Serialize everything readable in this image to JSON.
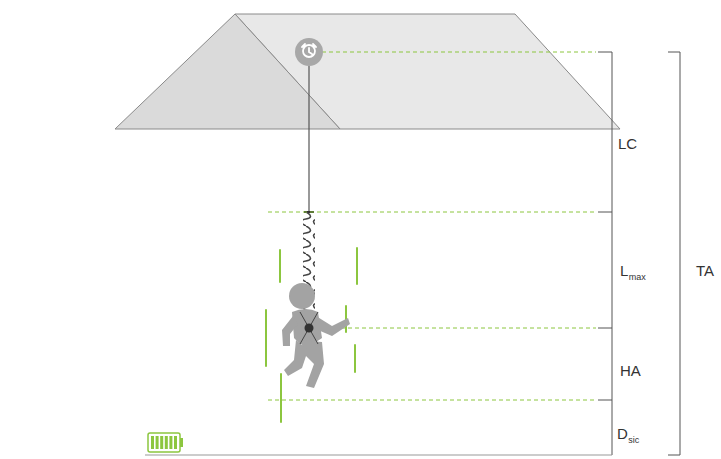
{
  "diagram": {
    "labels": [
      "LC",
      "L",
      "max",
      "HA",
      "D",
      "sic",
      "TA"
    ]
  }
}
